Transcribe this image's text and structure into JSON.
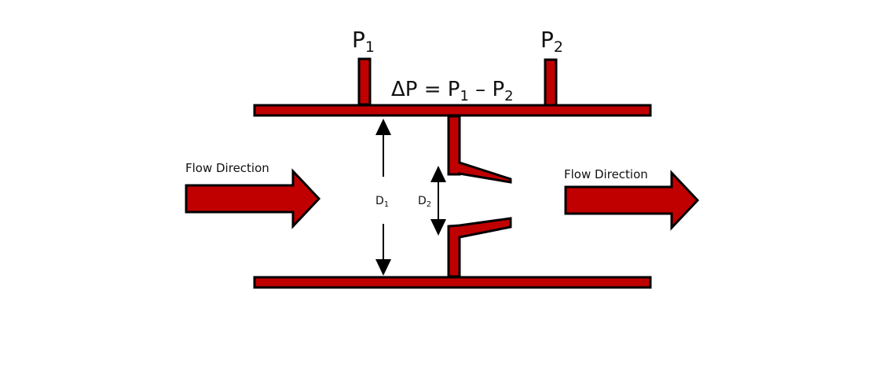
{
  "diagram": {
    "title": "Orifice / nozzle differential pressure flow meter",
    "pressure_taps": [
      {
        "label": "P",
        "subscript": "1"
      },
      {
        "label": "P",
        "subscript": "2"
      }
    ],
    "equation": {
      "prefix": "ΔP = P",
      "sub1": "1",
      "mid": " – P",
      "sub2": "2"
    },
    "diameters": [
      {
        "label": "D",
        "subscript": "1"
      },
      {
        "label": "D",
        "subscript": "2"
      }
    ],
    "flow_labels": {
      "inlet": "Flow Direction",
      "outlet": "Flow Direction"
    },
    "colors": {
      "pipe_fill": "#c00000",
      "outline": "#000000",
      "background": "#ffffff"
    }
  }
}
